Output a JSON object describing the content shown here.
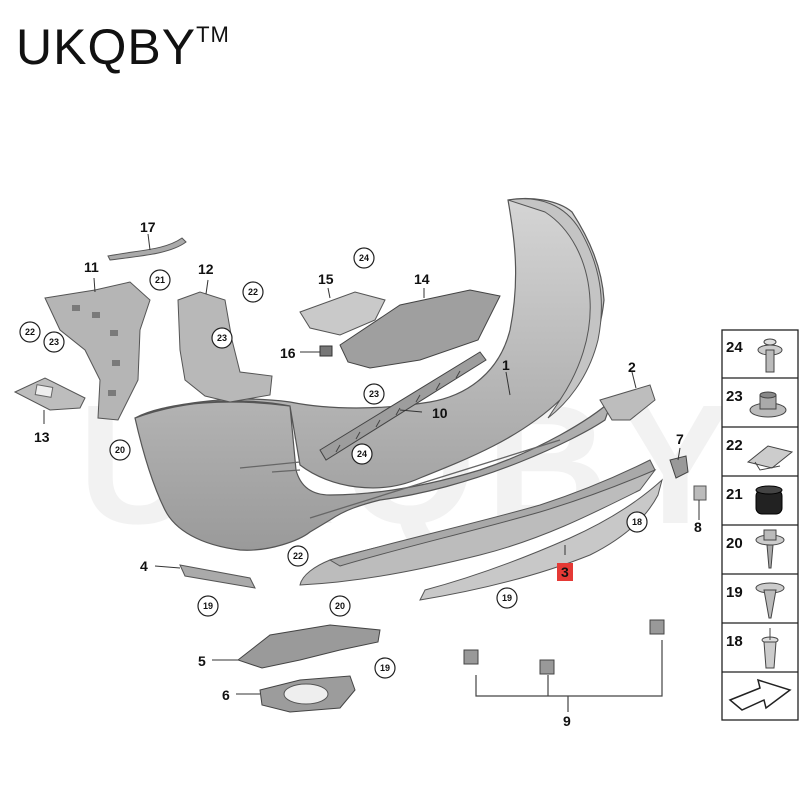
{
  "brand": {
    "name": "UKQBY",
    "tm": "TM"
  },
  "watermark": "UKQBY",
  "diagram": {
    "plain_labels": [
      "1",
      "2",
      "3",
      "4",
      "5",
      "6",
      "7",
      "8",
      "9",
      "10",
      "11",
      "12",
      "13",
      "14",
      "15",
      "16",
      "17"
    ],
    "circled_labels": [
      "18",
      "19",
      "20",
      "21",
      "22",
      "23",
      "24"
    ],
    "highlighted_label": "3",
    "highlight_color": "#e53935",
    "part_fill": "#b3b3b3",
    "part_stroke": "#666666"
  },
  "legend": {
    "items": [
      {
        "num": "24",
        "icon": "push-rivet-icon"
      },
      {
        "num": "23",
        "icon": "flange-nut-icon"
      },
      {
        "num": "22",
        "icon": "spring-clip-icon"
      },
      {
        "num": "21",
        "icon": "rubber-buffer-icon"
      },
      {
        "num": "20",
        "icon": "washer-screw-icon"
      },
      {
        "num": "19",
        "icon": "self-tapping-screw-icon"
      },
      {
        "num": "18",
        "icon": "expansion-rivet-icon"
      }
    ],
    "footer_icon": "arrow-icon"
  }
}
